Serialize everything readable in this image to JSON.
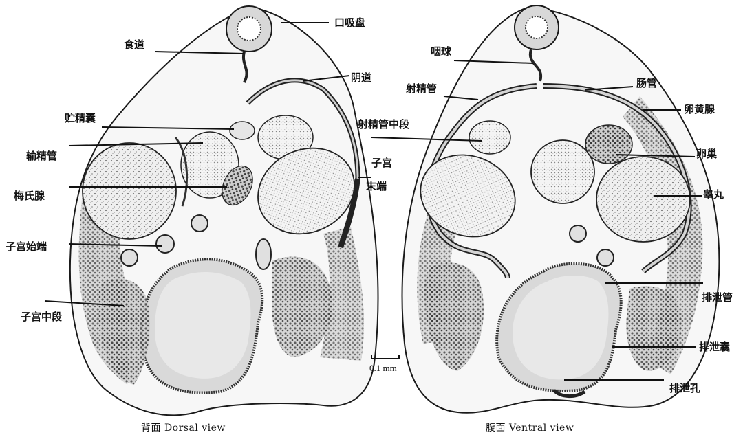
{
  "dorsal": {
    "caption": "背面 Dorsal view",
    "labels": {
      "oral_sucker": "口吸盘",
      "esophagus": "食道",
      "vagina": "阴道",
      "seminal_vesicle": "贮精囊",
      "vas_deferens": "输精管",
      "mehlis_gland": "梅氏腺",
      "uterus_start": "子宫始端",
      "uterus_middle": "子宫中段",
      "uterus_end_1": "子宫",
      "uterus_end_2": "末端"
    }
  },
  "ventral": {
    "caption": "腹面 Ventral view",
    "labels": {
      "pharynx": "咽球",
      "ejaculatory_duct": "射精管",
      "ejaculatory_duct_middle": "射精管中段",
      "intestine": "肠管",
      "vitellarium": "卵黄腺",
      "ovary": "卵巢",
      "testis": "睾丸",
      "excretory_duct": "排泄管",
      "excretory_bladder": "排泄囊",
      "excretory_pore": "排泄孔"
    }
  },
  "scale_bar": {
    "label": "0.1 mm"
  },
  "colors": {
    "ink": "#1a1a1a",
    "tissue_fill": "#ececec",
    "tissue_dark": "#6b6b6b",
    "bladder_fill": "#d9d9d9"
  }
}
